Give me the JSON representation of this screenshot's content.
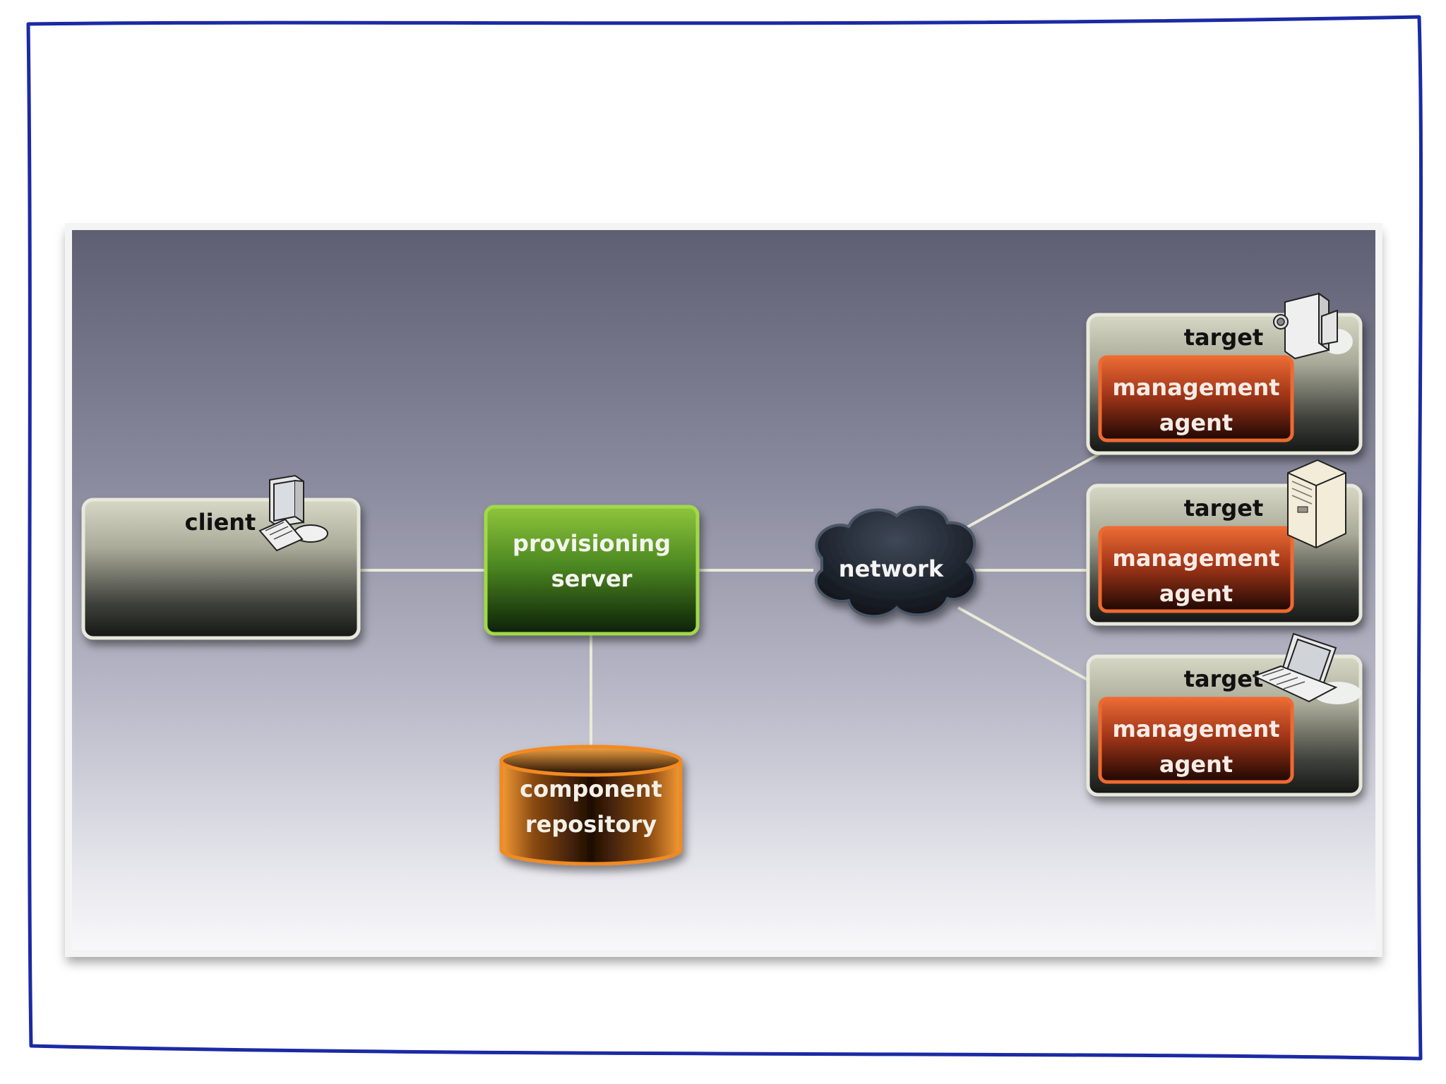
{
  "nodes": {
    "client": "client",
    "provisioning_server": [
      "provisioning",
      "server"
    ],
    "component_repository": [
      "component",
      "repository"
    ],
    "network": "network",
    "targets": [
      {
        "label": "target",
        "agent": [
          "management",
          "agent"
        ],
        "icon": "video-camera-icon"
      },
      {
        "label": "target",
        "agent": [
          "management",
          "agent"
        ],
        "icon": "server-tower-icon"
      },
      {
        "label": "target",
        "agent": [
          "management",
          "agent"
        ],
        "icon": "laptop-icon"
      }
    ]
  },
  "colors": {
    "frame_border": "#1b2aa3",
    "server_green": "#5f9d2a",
    "repository_orange": "#f0922e",
    "agent_orange": "#e0542a",
    "network_cloud": "#2a3240",
    "link": "#ecebd8"
  }
}
